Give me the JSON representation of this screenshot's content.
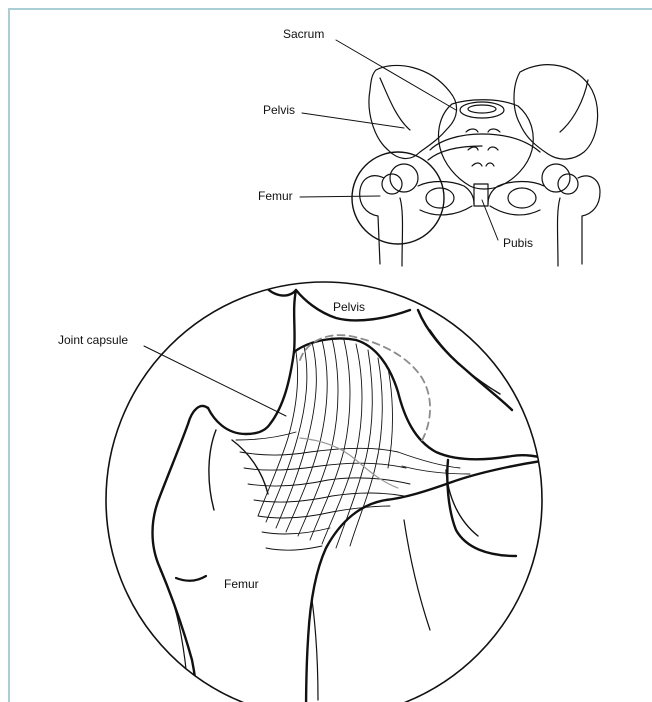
{
  "colors": {
    "frame": "#a9cfd4",
    "ink": "#111111",
    "dashed": "#8c8c8c"
  },
  "labels": {
    "sacrum": "Sacrum",
    "pelvis_top": "Pelvis",
    "femur_top": "Femur",
    "pubis": "Pubis",
    "joint_capsule": "Joint capsule",
    "pelvis_zoom": "Pelvis",
    "femur_zoom": "Femur"
  }
}
